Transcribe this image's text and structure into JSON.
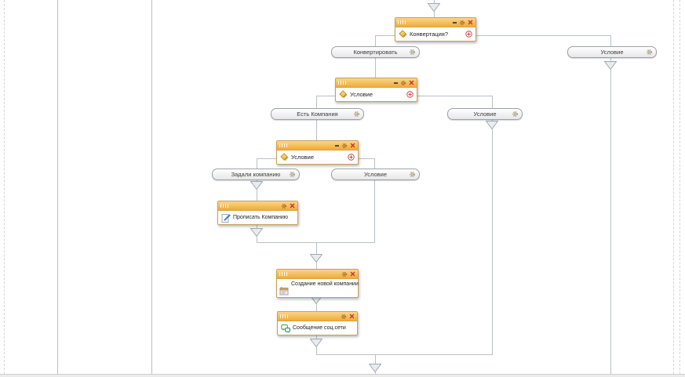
{
  "diagram": {
    "nodes": [
      {
        "title": "Конвертация?",
        "type": "condition",
        "icon": "condition-diamond-icon"
      },
      {
        "title": "Условие",
        "type": "condition",
        "icon": "condition-diamond-icon"
      },
      {
        "title": "Условие",
        "type": "condition",
        "icon": "condition-diamond-icon"
      },
      {
        "title": "Прописать Компанию",
        "type": "task",
        "icon": "edit-document-icon"
      },
      {
        "title": "Создание новой компании",
        "type": "task",
        "icon": "company-card-icon"
      },
      {
        "title": "Сообщение соц.сети",
        "type": "task",
        "icon": "chat-bubbles-icon"
      }
    ],
    "branch_buttons": [
      {
        "label": "Конвертировать"
      },
      {
        "label": "Условие"
      },
      {
        "label": "Есть Компания"
      },
      {
        "label": "Условие"
      },
      {
        "label": "Задали компанию"
      },
      {
        "label": "Условие"
      }
    ],
    "colors": {
      "title_gradient_top": "#fbd588",
      "title_gradient_bottom": "#eeab3c",
      "node_border": "#c9a159",
      "connector": "#b9c1c9",
      "danger": "#cc3333",
      "button_text": "#3c3c3c"
    }
  }
}
